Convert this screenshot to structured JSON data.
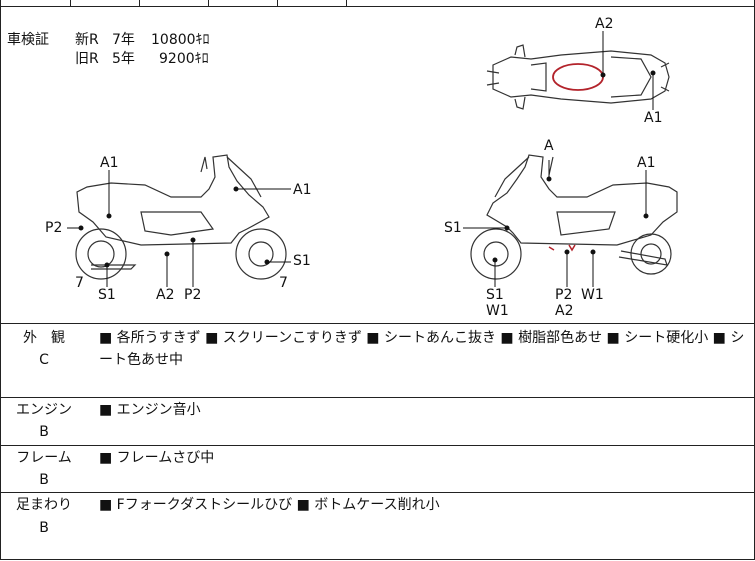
{
  "inspection": {
    "label": "車検証",
    "rows": [
      {
        "type": "新R",
        "years": "7年",
        "price": "10800ｷﾛ"
      },
      {
        "type": "旧R",
        "years": "5年",
        "price": "9200ｷﾛ"
      }
    ]
  },
  "diagram_labels": {
    "top_a2": "A2",
    "top_a1": "A1",
    "left_a1_top": "A1",
    "left_a1_right": "A1",
    "left_p2_side": "P2",
    "left_s1_right": "S1",
    "left_7_left": "7",
    "left_s1_bottom": "S1",
    "left_a2_bottom": "A2",
    "left_p2_bottom": "P2",
    "left_7_right": "7",
    "right_a_top": "A",
    "right_a1_top": "A1",
    "right_s1_left": "S1",
    "right_s1_bottom": "S1",
    "right_w1_under_s1": "W1",
    "right_p2_bottom": "P2",
    "right_a2_bottom": "A2",
    "right_w1_bottom": "W1"
  },
  "conditions": [
    {
      "category": "外　観",
      "grade": "C",
      "notes": "■ 各所うすきず ■ スクリーンこすりきず ■ シートあんこ抜き ■ 樹脂部色あせ ■ シート硬化小 ■ シート色あせ中"
    },
    {
      "category": "エンジン",
      "grade": "B",
      "notes": "■ エンジン音小"
    },
    {
      "category": "フレーム",
      "grade": "B",
      "notes": "■ フレームさび中"
    },
    {
      "category": "足まわり",
      "grade": "B",
      "notes": "■ Fフォークダストシールひび ■ ボトムケース削れ小"
    }
  ]
}
